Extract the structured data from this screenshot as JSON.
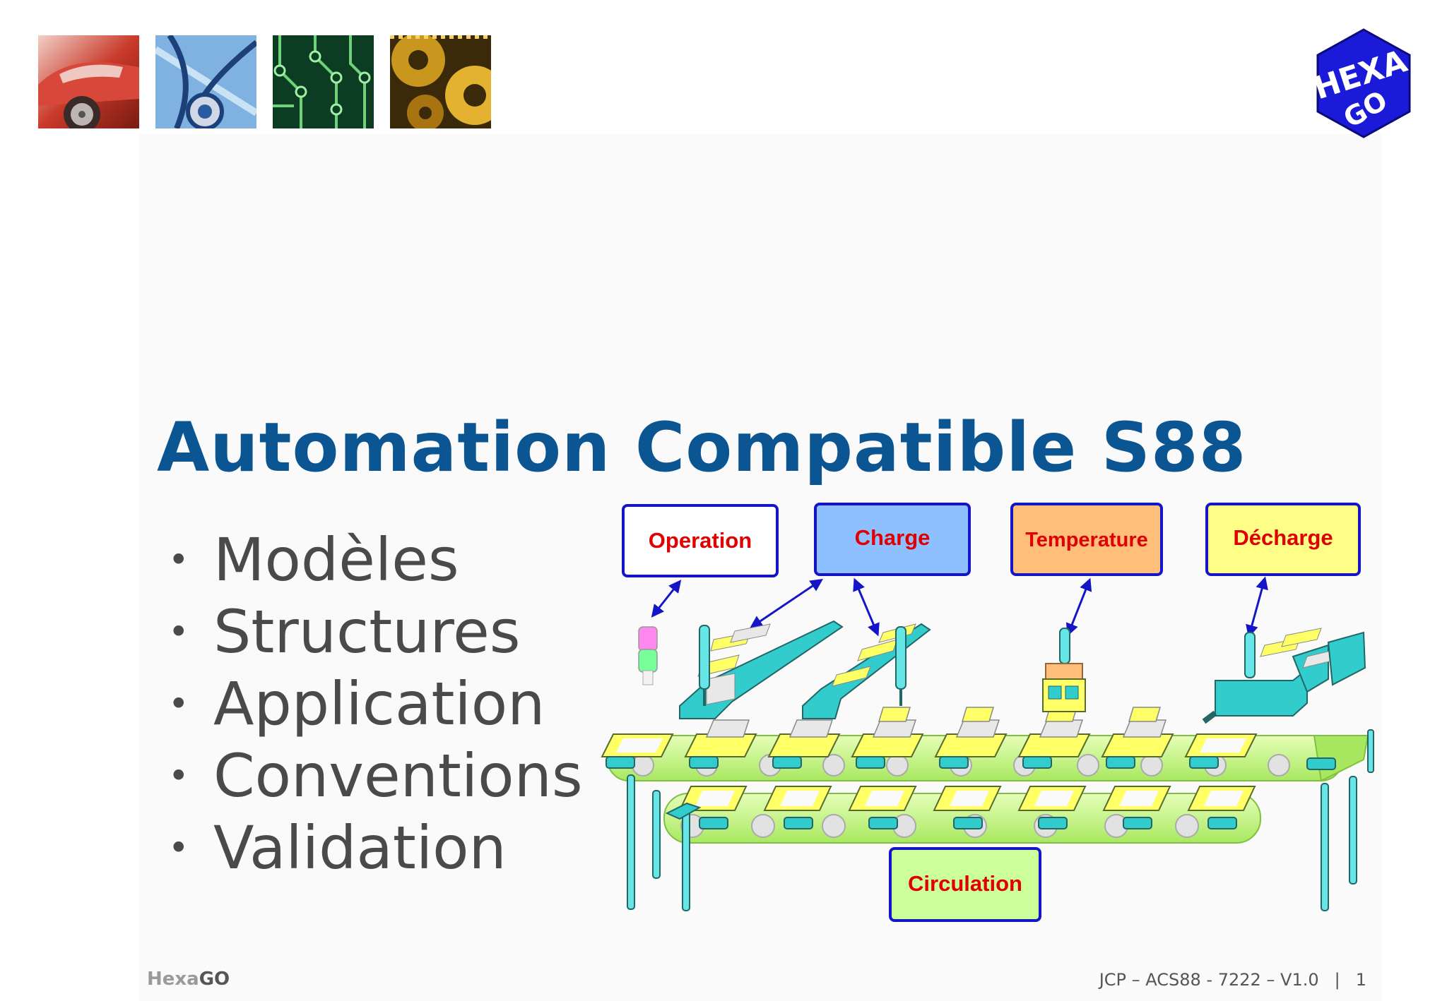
{
  "title": "Automation Compatible S88",
  "bullets": [
    "Modèles",
    "Structures",
    "Application",
    "Conventions",
    "Validation"
  ],
  "diagram": {
    "labels": {
      "operation": "Operation",
      "charge": "Charge",
      "temperature": "Temperature",
      "decharge": "Décharge",
      "circulation": "Circulation"
    },
    "colors": {
      "operation": "#ffffff",
      "charge": "#8ec0ff",
      "temperature": "#ffbe7a",
      "decharge": "#ffff88",
      "circulation": "#ccff99",
      "border": "#1515c8",
      "text": "#e00000",
      "arrow": "#1515c8"
    }
  },
  "logo": {
    "text_top": "HEXA",
    "text_bottom": "GO"
  },
  "footer": {
    "brand_light": "Hexa",
    "brand_bold": "GO",
    "reference": "JCP – ACS88 - 7222 – V1.0",
    "separator": "|",
    "page_number": "1"
  },
  "brand_colors": {
    "title": "#0a5592",
    "logo": "#1a1ad8"
  },
  "icons": [
    "car-thumbnail",
    "stethoscope-thumbnail",
    "circuit-board-thumbnail",
    "gears-thumbnail",
    "hexago-logo-icon"
  ]
}
